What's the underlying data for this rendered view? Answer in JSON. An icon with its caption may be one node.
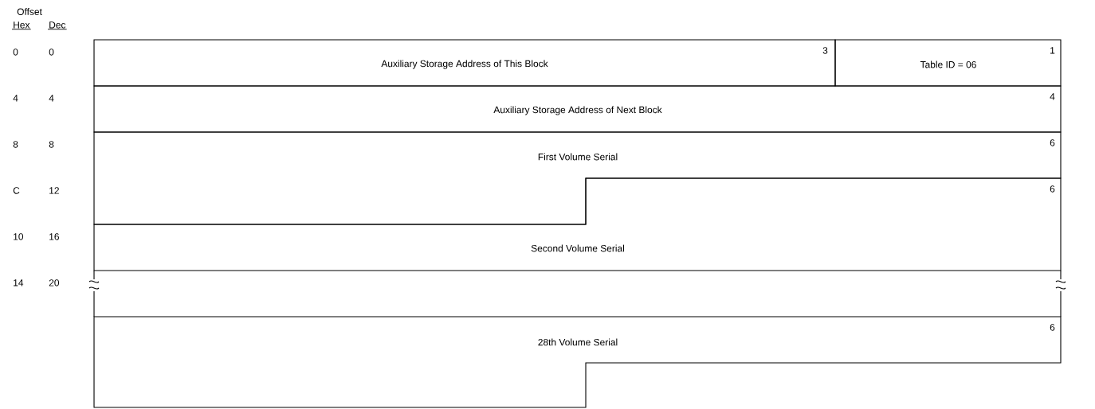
{
  "diagram": {
    "nodes": [
      {
        "text": [
          "Auxiliary Storage Address of This Block",
          "3"
        ]
      },
      {
        "text": [
          "Table ID = 06",
          "1"
        ]
      },
      {
        "text": [
          "Auxiliary Storage Address of Next Block",
          "4"
        ]
      },
      {
        "text": [
          "First Volume Serial",
          "6"
        ]
      },
      {
        "text": [
          "Second Volume Serial",
          "6"
        ]
      },
      {
        "text": [
          "28th Volume Serial",
          "6"
        ]
      }
    ],
    "labels": [
      "Offset",
      "Hex",
      "Dec",
      "0",
      "0",
      "4",
      "4",
      "8",
      "8",
      "C",
      "12",
      "10",
      "16",
      "14",
      "20"
    ]
  }
}
